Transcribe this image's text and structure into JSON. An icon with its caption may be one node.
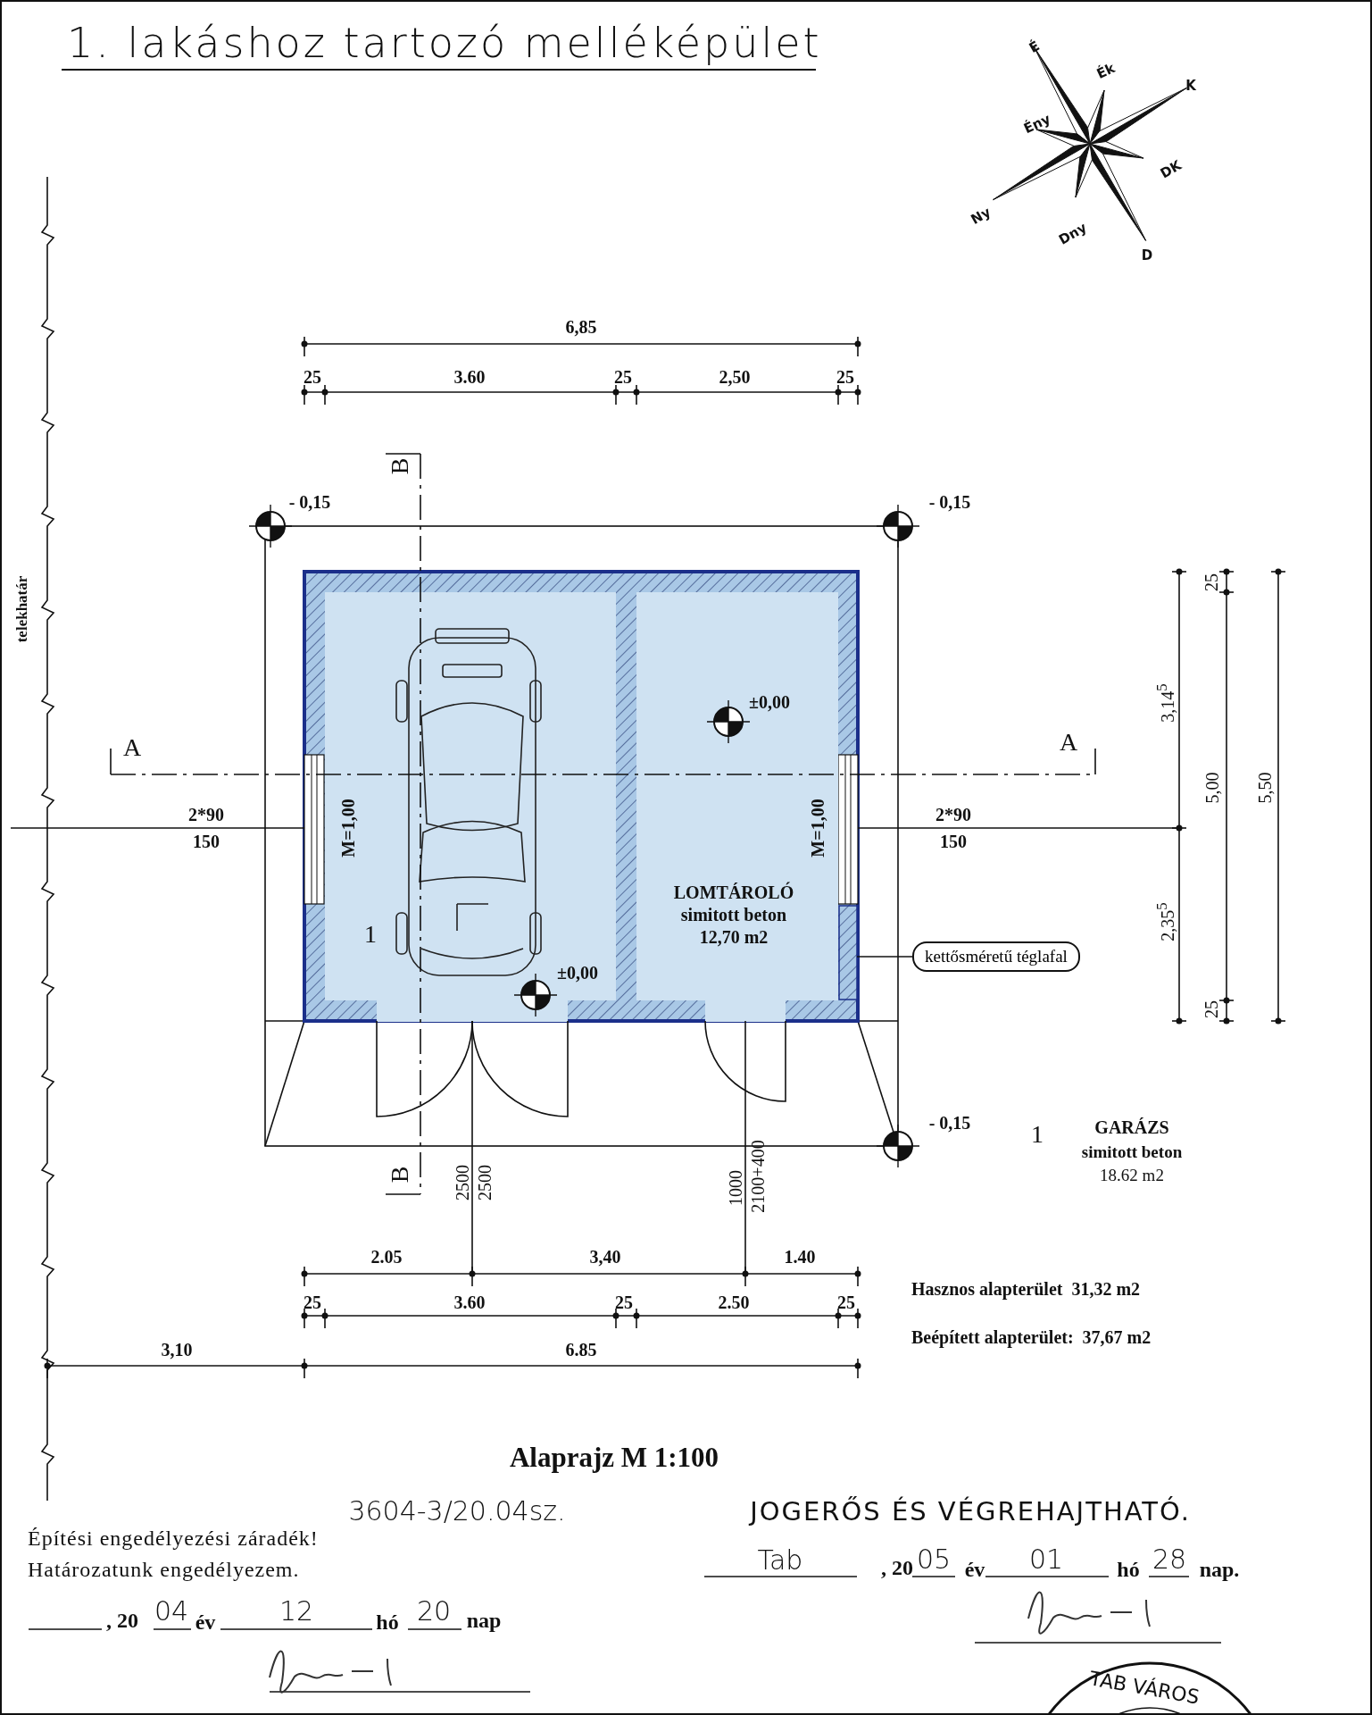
{
  "diagram": {
    "title": "1. lakáshoz tartozó melléképület",
    "caption": "Alaprajz M 1:100",
    "nodes": [
      {
        "text": [
          "1"
        ]
      },
      {
        "text": [
          "LOMTÁROLÓ simitott beton 12,70 m2"
        ]
      },
      {
        "text": [
          "kettősméretű téglafal"
        ]
      },
      {
        "text": [],
        "shape": "bar"
      }
    ],
    "edges": [
      {
        "from": 2,
        "to": 3,
        "arrow": "none"
      }
    ],
    "labels": [
      "É",
      "Ék",
      "K",
      "Ény",
      "DK",
      "Ny",
      "Dny",
      "D",
      "6,85",
      "25",
      "3.60",
      "25",
      "2,50",
      "25",
      "B",
      "- 0,15",
      "- 0,15",
      "telekhatár",
      "25",
      "3,14$^{5}$",
      "±0,00",
      "A",
      "A",
      "5,00",
      "5,50",
      "2*90",
      "150",
      "M=1,00",
      "M=1,00",
      "2*90",
      "150",
      "2,35$^{5}$",
      "±0,00",
      "25",
      "- 0,15",
      "1",
      "GARÁZS",
      "simitott beton",
      "18.62 m2",
      "B",
      "2500",
      "2500",
      "1000",
      "2100+400",
      "2.05",
      "3,40",
      "1.40",
      "Hasznos alapterület  31,32 m2",
      "25",
      "3.60",
      "25",
      "2.50",
      "25",
      "Beépített alapterület:  37,67 m2",
      "3,10",
      "6.85",
      "3604-3/20.04sz.",
      "JOGERŐS ÉS VÉGREHAJTHATÓ.",
      "Építési engedélyezési záradék!",
      "Határozatunk engedélyezem.",
      "Tab",
      ", 20",
      "05",
      "év",
      "01",
      "hó",
      "28",
      "nap.",
      ", 20",
      "04",
      "év",
      "12",
      "hó",
      "20",
      "nap",
      "TAB VÁROS"
    ]
  }
}
